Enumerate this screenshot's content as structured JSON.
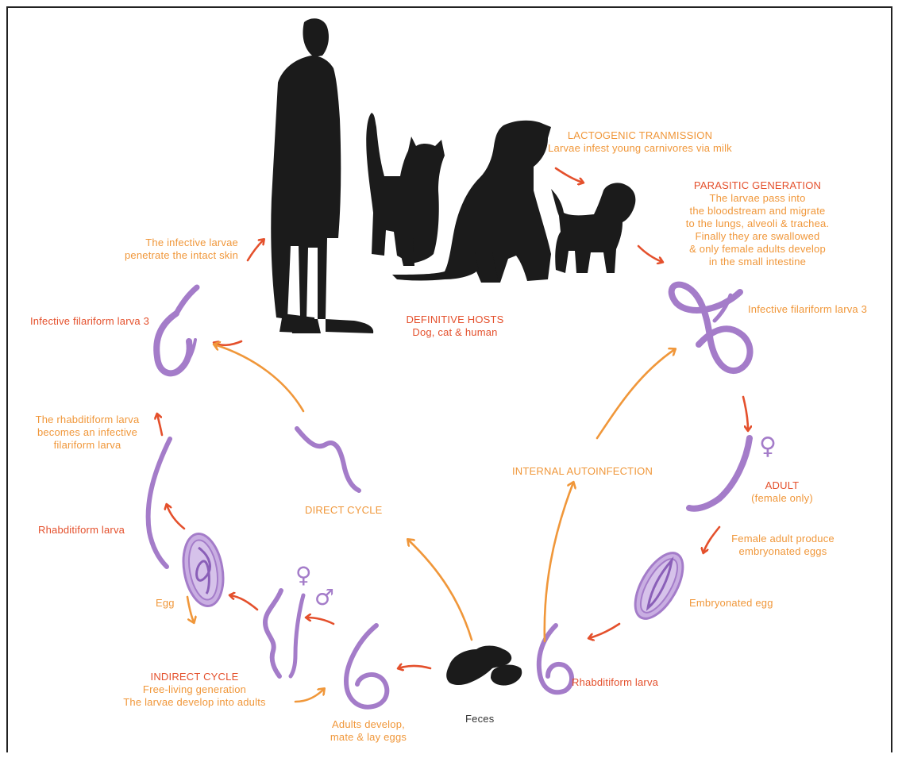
{
  "colors": {
    "red": "#e4502c",
    "orange": "#f0973a",
    "larva": "#a47cc9",
    "larva_light": "#c9aee2",
    "silhouette": "#1b1b1b",
    "frame": "#222222"
  },
  "labels": {
    "lactogenic_title": "LACTOGENIC TRANMISSION",
    "lactogenic_text": "Larvae infest young carnivores via milk",
    "parasitic_title": "PARASITIC GENERATION",
    "parasitic_lines": [
      "The larvae pass into",
      "the bloodstream and migrate",
      "to the lungs, alveoli & trachea.",
      "Finally they are swallowed",
      "& only female adults develop",
      "in the small intestine"
    ],
    "infective_larvae_lines": [
      "The infective larvae",
      "penetrate the intact skin"
    ],
    "definitive_hosts_title": "DEFINITIVE HOSTS",
    "definitive_hosts_text": "Dog, cat & human",
    "infective_left": "Infective filariform larva 3",
    "infective_right": "Infective filariform larva 3",
    "rhabditiform_becomes_lines": [
      "The rhabditiform larva",
      "becomes an infective",
      "filariform larva"
    ],
    "direct_cycle": "DIRECT CYCLE",
    "internal_autoinfection": "INTERNAL AUTOINFECTION",
    "adult_title": "ADULT",
    "adult_text": "(female only)",
    "rhabditiform_left": "Rhabditiform larva",
    "female_adult_lines": [
      "Female adult produce",
      "embryonated eggs"
    ],
    "egg": "Egg",
    "embryonated_egg": "Embryonated egg",
    "indirect_title": "INDIRECT CYCLE",
    "indirect_lines": [
      "Free-living generation",
      "The larvae develop into adults"
    ],
    "adults_develop_lines": [
      "Adults develop,",
      "mate & lay eggs"
    ],
    "feces": "Feces",
    "rhabditiform_right": "Rhabditiform larva"
  },
  "symbols": {
    "female": "♀",
    "male": "♂"
  },
  "icons": [
    "human-silhouette-icon",
    "cat-silhouette-icon",
    "dog-silhouette-icon",
    "puppy-silhouette-icon",
    "feces-icon",
    "larva-icon",
    "egg-icon"
  ]
}
